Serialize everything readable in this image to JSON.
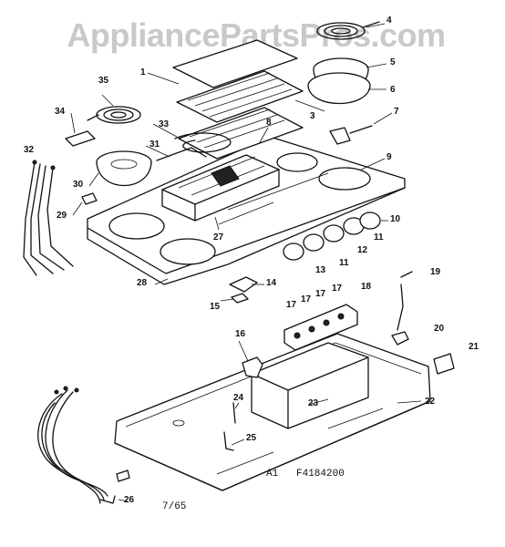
{
  "watermark": "AppliancePartsPros.com",
  "diagram": {
    "part_numbers": [
      "1",
      "3",
      "4",
      "5",
      "6",
      "7",
      "8",
      "9",
      "10",
      "11",
      "11",
      "12",
      "13",
      "14",
      "15",
      "16",
      "17",
      "17",
      "17",
      "17",
      "18",
      "19",
      "20",
      "21",
      "22",
      "23",
      "24",
      "25",
      "26",
      "27",
      "28",
      "29",
      "30",
      "31",
      "32",
      "33",
      "34",
      "35"
    ],
    "code": "A1   F4184200",
    "revision": "7/65"
  }
}
